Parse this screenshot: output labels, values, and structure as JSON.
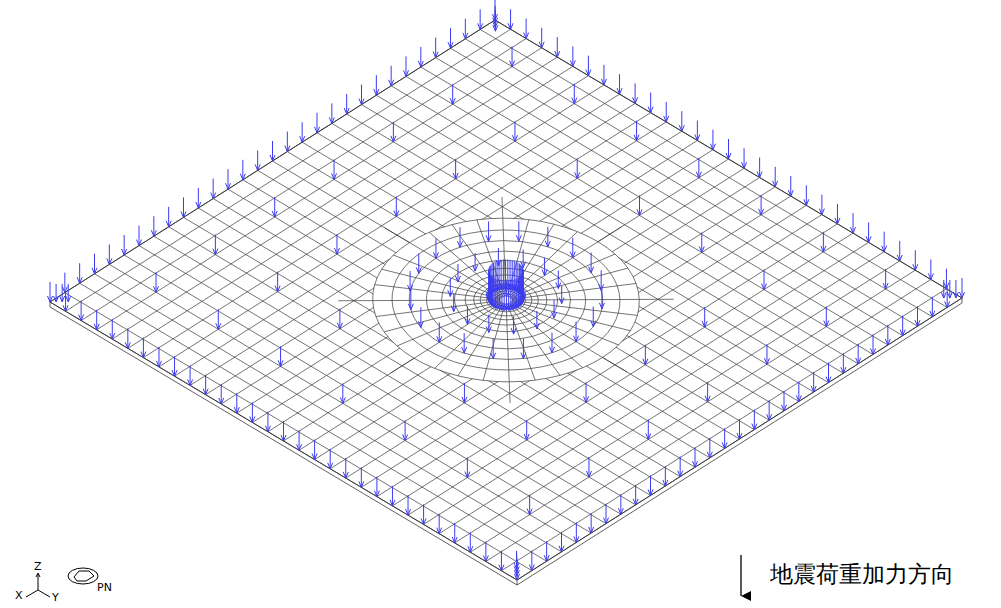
{
  "diagram": {
    "labels": [
      "Z",
      "X",
      "Y",
      "PN",
      "地震荷重加力方向"
    ]
  }
}
